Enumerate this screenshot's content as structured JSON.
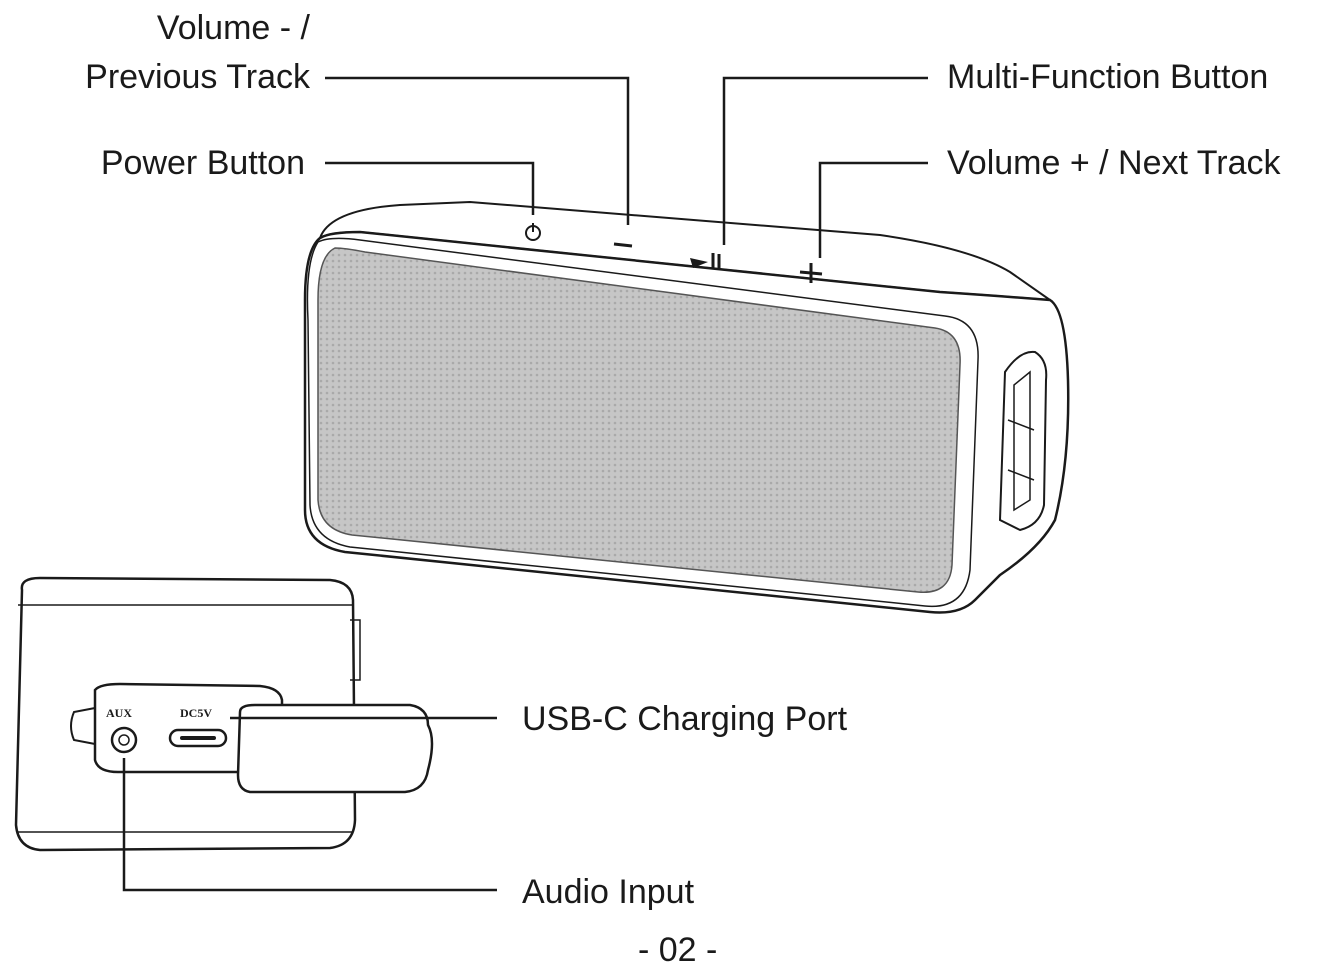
{
  "labels": {
    "volume_minus": "Volume - /",
    "previous_track": "Previous Track",
    "power_button": "Power Button",
    "multi_function_button": "Multi-Function Button",
    "volume_plus_next_track": "Volume + / Next Track",
    "usb_c_charging_port": "USB-C Charging Port",
    "audio_input": "Audio Input"
  },
  "port_markings": {
    "aux": "AUX",
    "dc5v": "DC5V"
  },
  "page_number": "- 02 -",
  "colors": {
    "ink": "#1a1a1a",
    "grille": "#c8c8c8",
    "body_fill": "#ffffff"
  },
  "icons": {
    "power": "power-icon",
    "minus": "minus-icon",
    "play_pause": "play-pause-icon",
    "plus": "plus-icon"
  }
}
